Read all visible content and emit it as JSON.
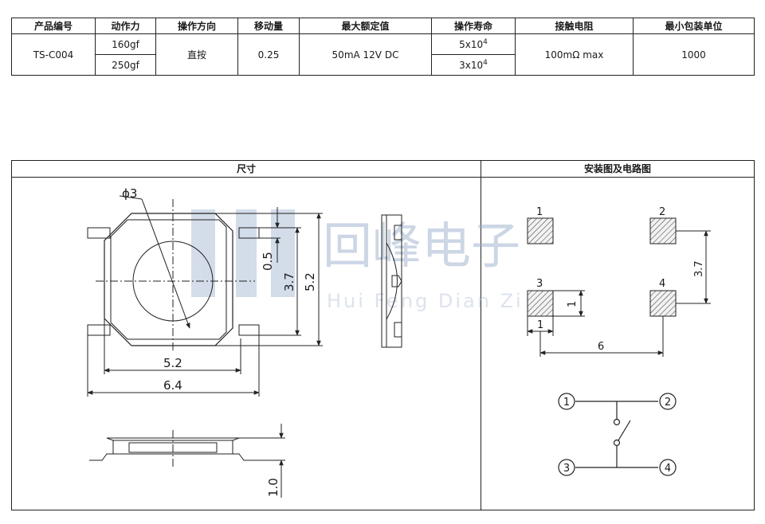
{
  "table": {
    "headers": [
      "产品编号",
      "动作力",
      "操作方向",
      "移动量",
      "最大额定值",
      "操作寿命",
      "接触电阻",
      "最小包装单位"
    ],
    "product": "TS-C004",
    "force": [
      "160gf",
      "250gf"
    ],
    "direction": "直按",
    "travel": "0.25",
    "rating": "50mA 12V DC",
    "life": [
      {
        "base": "5x10",
        "exp": "4"
      },
      {
        "base": "3x10",
        "exp": "4"
      }
    ],
    "resistance": "100mΩ max",
    "min_pack": "1000"
  },
  "panels": {
    "dimensions_title": "尺寸",
    "circuit_title": "安装图及电路图"
  },
  "dims": {
    "phi": "ϕ3",
    "d05": "0.5",
    "d37": "3.7",
    "d52v": "5.2",
    "d52h": "5.2",
    "d64": "6.4",
    "d10": "1.0"
  },
  "mount": {
    "pads": [
      "1",
      "2",
      "3",
      "4"
    ],
    "pad_w": "1",
    "pad_h": "1",
    "spacing_h": "6",
    "spacing_v": "3.7"
  },
  "circuit": {
    "nodes": [
      "1",
      "2",
      "3",
      "4"
    ]
  },
  "watermark": {
    "cn": "回峰电子",
    "en": "Hui Feng Dian Zi"
  }
}
